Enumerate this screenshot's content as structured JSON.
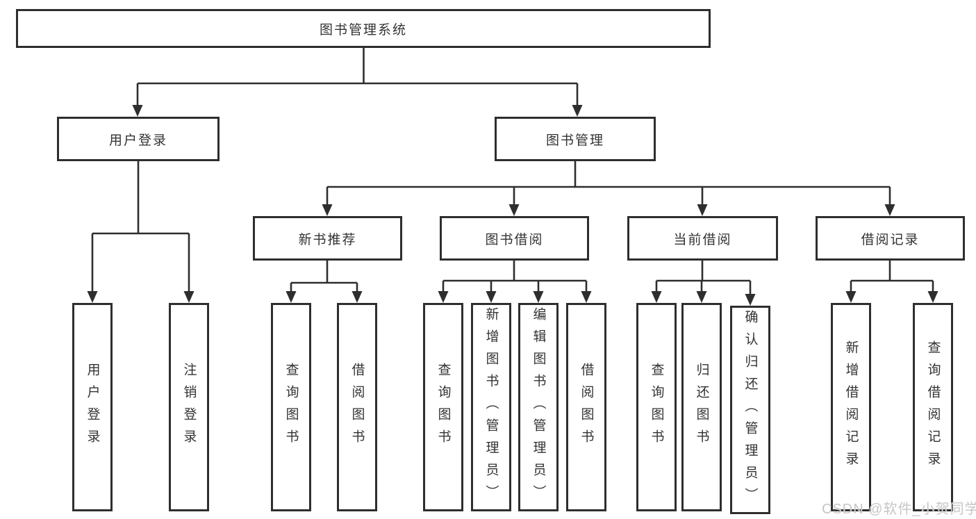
{
  "tree": {
    "root": {
      "label": "图书管理系统",
      "children": [
        {
          "label": "用户登录",
          "children": [
            {
              "label": "用户登录"
            },
            {
              "label": "注销登录"
            }
          ]
        },
        {
          "label": "图书管理",
          "children": [
            {
              "label": "新书推荐",
              "children": [
                {
                  "label": "查询图书"
                },
                {
                  "label": "借阅图书"
                }
              ]
            },
            {
              "label": "图书借阅",
              "children": [
                {
                  "label": "查询图书"
                },
                {
                  "label": "新增图书（管理员）"
                },
                {
                  "label": "编辑图书（管理员）"
                },
                {
                  "label": "借阅图书"
                }
              ]
            },
            {
              "label": "当前借阅",
              "children": [
                {
                  "label": "查询图书"
                },
                {
                  "label": "归还图书"
                },
                {
                  "label": "确认归还（管理员）"
                }
              ]
            },
            {
              "label": "借阅记录",
              "children": [
                {
                  "label": "新增借阅记录"
                },
                {
                  "label": "查询借阅记录"
                }
              ]
            }
          ]
        }
      ]
    }
  },
  "watermark": "CSDN @软件_小贺同学",
  "colors": {
    "line": "#2e2e2e",
    "box_border": "#2e2e2e",
    "text": "#333333",
    "watermark": "#c6c6c6",
    "background": "#ffffff"
  }
}
